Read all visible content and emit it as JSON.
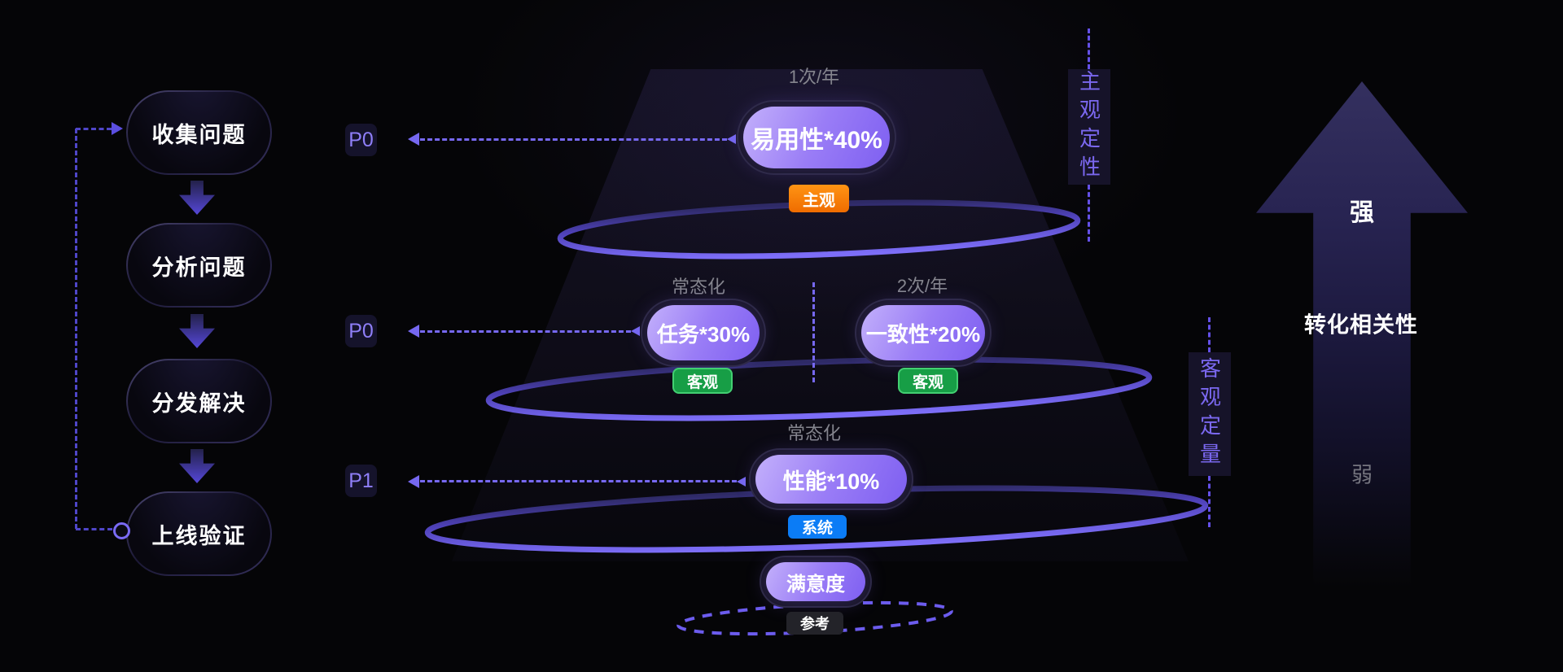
{
  "left_flow": {
    "items": [
      {
        "label": "收集问题"
      },
      {
        "label": "分析问题"
      },
      {
        "label": "分发解决"
      },
      {
        "label": "上线验证"
      }
    ]
  },
  "priorities": {
    "row1": "P0",
    "row2": "P0",
    "row3": "P1"
  },
  "tiers": {
    "tier1": {
      "frequency": "1次/年",
      "pill": "易用性*40%",
      "badge": "主观"
    },
    "tier2a": {
      "frequency": "常态化",
      "pill": "任务*30%",
      "badge": "客观"
    },
    "tier2b": {
      "frequency": "2次/年",
      "pill": "一致性*20%",
      "badge": "客观"
    },
    "tier3": {
      "frequency": "常态化",
      "pill": "性能*10%",
      "badge": "系统"
    },
    "tier4": {
      "pill": "满意度",
      "badge": "参考"
    }
  },
  "axis_annotations": {
    "top": "主观定性",
    "bottom": "客观定量"
  },
  "correlation_arrow": {
    "strong": "强",
    "label": "转化相关性",
    "weak": "弱"
  },
  "colors": {
    "background": "#050507",
    "ring_purple": "#7d6ef8",
    "dashed_connector": "#7668f0",
    "loop_line": "#4f46c8",
    "pill_gradient_from": "#c3b0fb",
    "pill_gradient_to": "#7e5ff1",
    "badge_subjective_orange": "#f07c00",
    "badge_objective_green": "#179e46",
    "badge_system_blue": "#0b7cf6",
    "badge_reference_dark": "#232329",
    "priority_text": "#8f7ff8",
    "gray_label": "#85858e"
  }
}
